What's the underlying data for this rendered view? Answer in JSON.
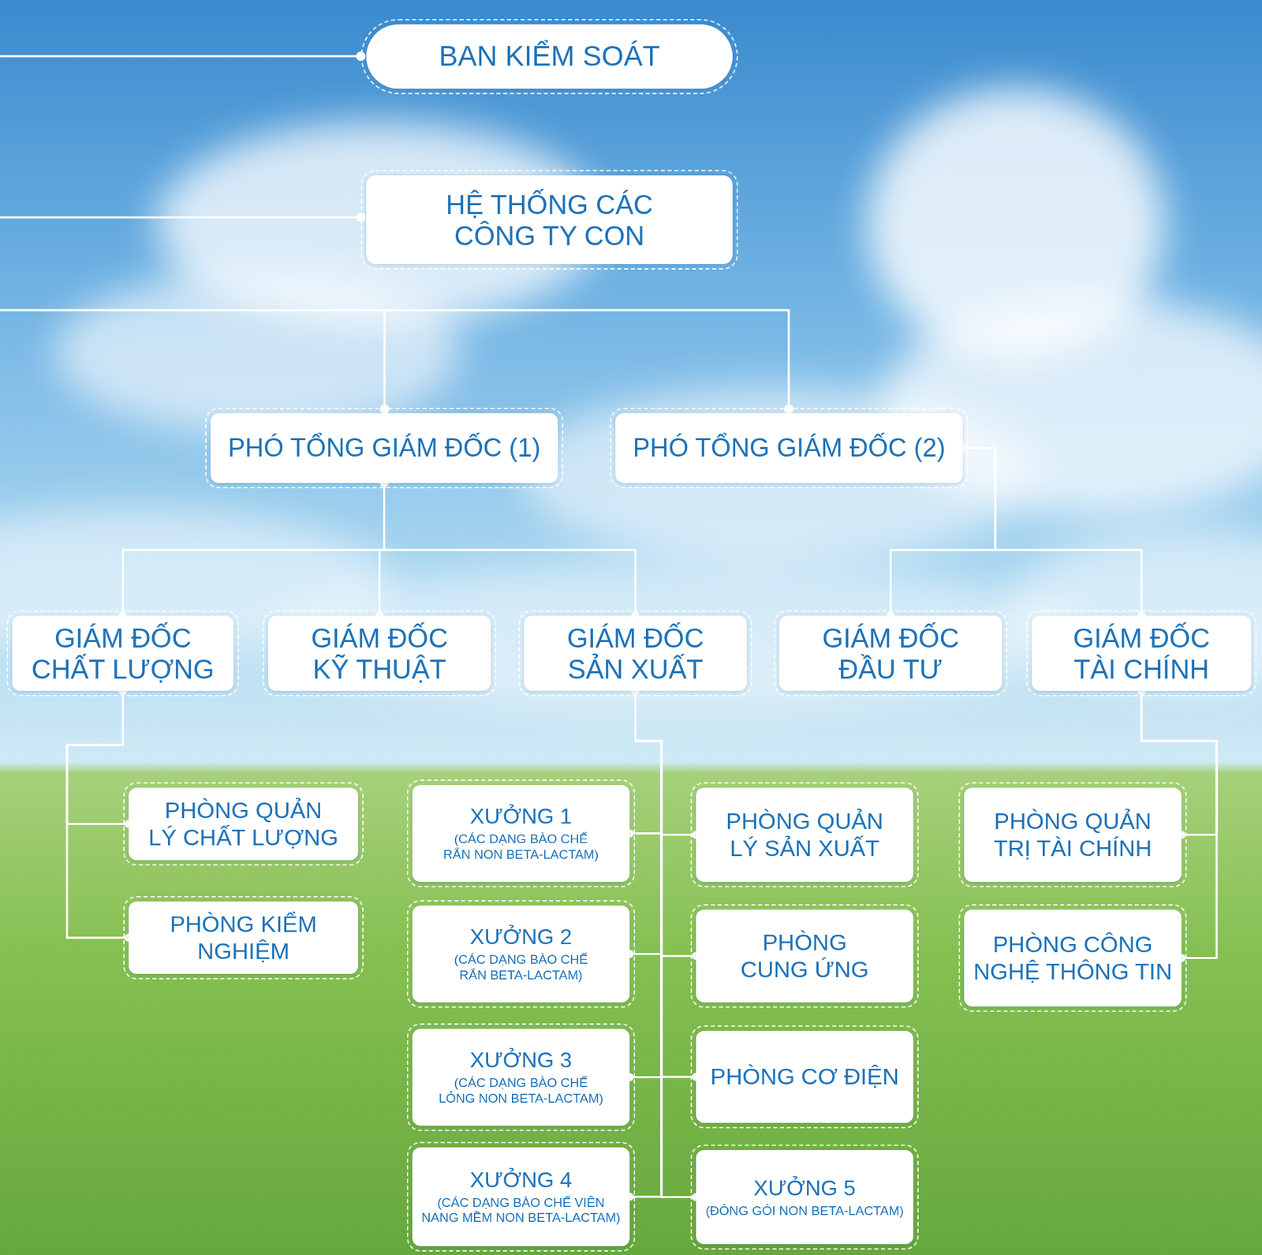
{
  "diagram": {
    "nodes": [
      {
        "text": [
          "BAN KIỂM SOÁT"
        ]
      },
      {
        "text": [
          "HỆ THỐNG CÁC CÔNG TY CON"
        ]
      },
      {
        "text": [
          "PHÓ TỔNG GIÁM ĐỐC (1)"
        ]
      },
      {
        "text": [
          "PHÓ TỔNG GIÁM ĐỐC (2)"
        ]
      },
      {
        "text": [
          "GIÁM ĐỐC CHẤT LƯỢNG"
        ]
      },
      {
        "text": [
          "GIÁM ĐỐC KỸ THUẬT"
        ]
      },
      {
        "text": [
          "GIÁM ĐỐC SẢN XUẤT"
        ]
      },
      {
        "text": [
          "GIÁM ĐỐC ĐẦU TƯ"
        ]
      },
      {
        "text": [
          "GIÁM ĐỐC TÀI CHÍNH"
        ]
      },
      {
        "text": [
          "PHÒNG QUẢN LÝ CHẤT LƯỢNG"
        ]
      },
      {
        "text": [
          "XƯỞNG 1",
          "(CÁC DẠNG BÀO CHẾ RẮN NON BETA-LACTAM)"
        ]
      },
      {
        "text": [
          "PHÒNG QUẢN LÝ SẢN XUẤT"
        ]
      },
      {
        "text": [
          "PHÒNG QUẢN TRỊ TÀI CHÍNH"
        ]
      },
      {
        "text": [
          "PHÒNG KIỂM NGHIỆM"
        ]
      },
      {
        "text": [
          "XƯỞNG 2",
          "(CÁC DẠNG BÀO CHẾ RẮN BETA-LACTAM)"
        ]
      },
      {
        "text": [
          "PHÒNG CUNG ỨNG"
        ]
      },
      {
        "text": [
          "PHÒNG CÔNG NGHỆ THÔNG TIN"
        ]
      },
      {
        "text": [
          "XƯỞNG 3",
          "(CÁC DẠNG BÀO CHẾ LỎNG NON BETA-LACTAM)"
        ]
      },
      {
        "text": [
          "PHÒNG CƠ ĐIỆN"
        ]
      },
      {
        "text": [
          "XƯỞNG 4",
          "(CÁC DẠNG BÀO CHẾ VIÊN NANG MỀM NON BETA-LACTAM)"
        ]
      },
      {
        "text": [
          "XƯỞNG 5",
          "(ĐÓNG GÓI NON BETA-LACTAM)"
        ]
      }
    ],
    "edges": [
      {
        "from": 2,
        "to": 4,
        "arrow": "none"
      },
      {
        "from": 2,
        "to": 5,
        "arrow": "none"
      },
      {
        "from": 2,
        "to": 6,
        "arrow": "none"
      },
      {
        "from": 3,
        "to": 7,
        "arrow": "none"
      },
      {
        "from": 3,
        "to": 8,
        "arrow": "none"
      },
      {
        "from": 4,
        "to": 9,
        "arrow": "none"
      },
      {
        "from": 4,
        "to": 13,
        "arrow": "none"
      },
      {
        "from": 6,
        "to": 10,
        "arrow": "none"
      },
      {
        "from": 6,
        "to": 14,
        "arrow": "none"
      },
      {
        "from": 6,
        "to": 17,
        "arrow": "none"
      },
      {
        "from": 6,
        "to": 19,
        "arrow": "none"
      },
      {
        "from": 6,
        "to": 11,
        "arrow": "none"
      },
      {
        "from": 6,
        "to": 15,
        "arrow": "none"
      },
      {
        "from": 6,
        "to": 18,
        "arrow": "none"
      },
      {
        "from": 6,
        "to": 20,
        "arrow": "none"
      },
      {
        "from": 8,
        "to": 12,
        "arrow": "none"
      },
      {
        "from": 8,
        "to": 16,
        "arrow": "none"
      }
    ]
  }
}
